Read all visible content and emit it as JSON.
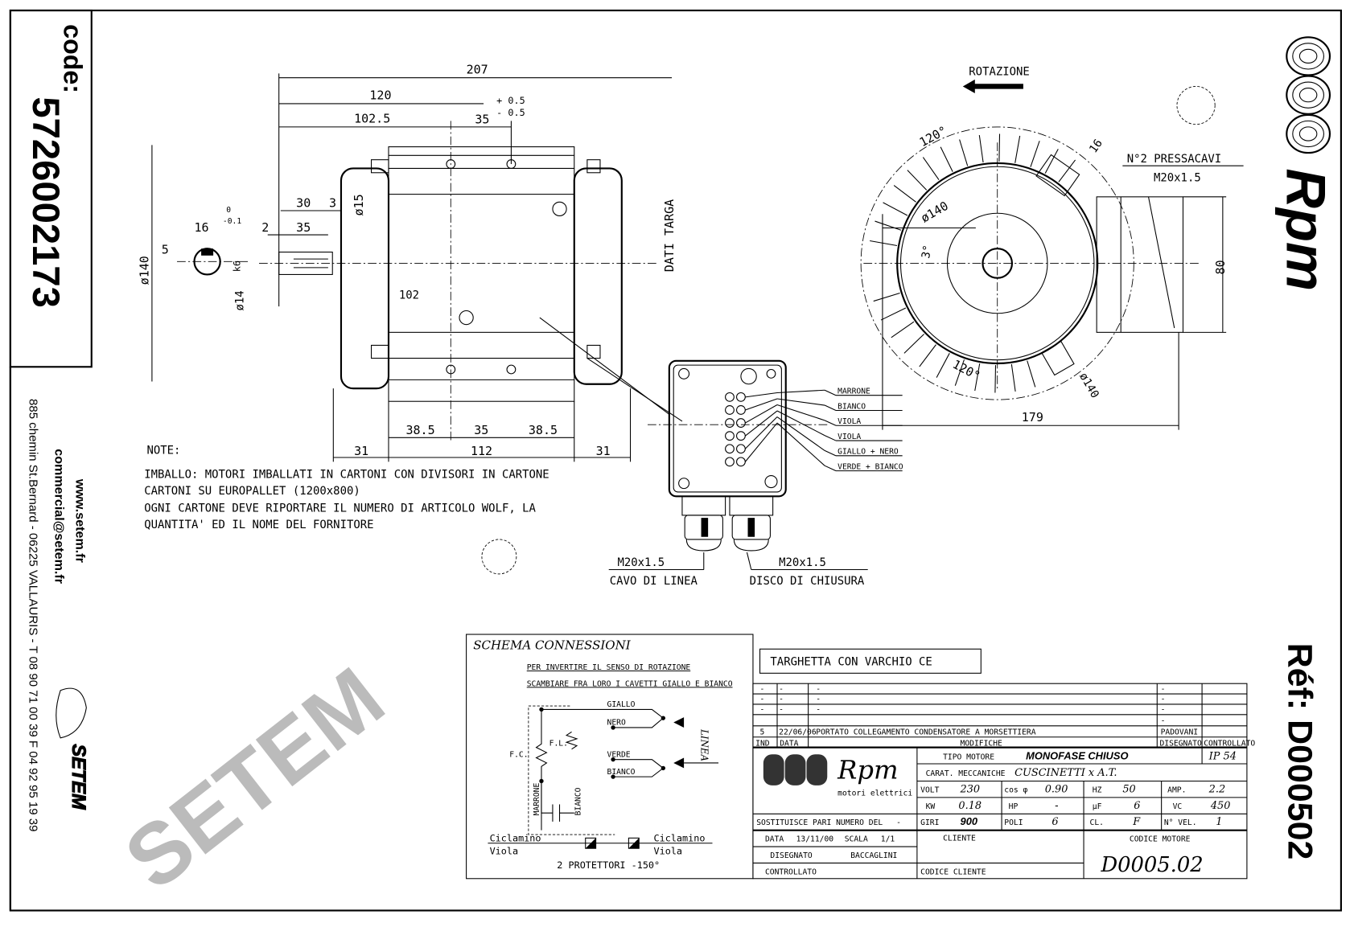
{
  "sidebar": {
    "code_label": "code:",
    "code": "5726002173",
    "website": "www.setem.fr",
    "email": "commercial@setem.fr",
    "address": "885 chemin St.Bernard - 06225 VALLAURIS - T 08 90 71 00 39  F 04 92 95 19 39",
    "brand": "SETEM"
  },
  "right_strip": {
    "logo_text": "Rpm",
    "ref": "Réf: D000502"
  },
  "watermark": "SETEM",
  "side_view": {
    "dims": {
      "d207": "207",
      "d120": "120",
      "d102_5": "102.5",
      "d35_top": "35",
      "tol_plus": "+ 0.5",
      "tol_minus": "- 0.5",
      "d30": "30",
      "d3": "3",
      "d2": "2",
      "d35": "35",
      "d15": "ø15",
      "d140": "ø140",
      "d16": "16",
      "d5": "5",
      "tol0": "0",
      "tol01": "-0.1",
      "k6": "k6",
      "d14": "ø14",
      "d102": "102",
      "d38_5a": "38.5",
      "d35b": "35",
      "d38_5b": "38.5",
      "d31a": "31",
      "d112": "112",
      "d31b": "31"
    },
    "dati_targa": "DATI TARGA"
  },
  "notes": {
    "title": "NOTE:",
    "lines": [
      "IMBALLO: MOTORI IMBALLATI IN CARTONI CON DIVISORI IN CARTONE",
      "CARTONI SU EUROPALLET (1200x800)",
      "OGNI CARTONE DEVE RIPORTARE IL NUMERO DI ARTICOLO WOLF, LA",
      "QUANTITA' ED IL NOME DEL FORNITORE"
    ]
  },
  "end_view": {
    "rotation": "ROTAZIONE",
    "pressacavi": "N°2 PRESSACAVI",
    "pressacavi_thread": "M20x1.5",
    "a120_top": "120°",
    "a120_bot": "120°",
    "a3": "3°",
    "d16": "16",
    "d140_top": "ø140",
    "d140_bot": "ø140",
    "d80": "80",
    "d179": "179"
  },
  "terminal_box": {
    "wires": [
      "MARRONE",
      "BIANCO",
      "VIOLA",
      "VIOLA",
      "GIALLO + NERO",
      "VERDE + BIANCO"
    ],
    "gland_left_thread": "M20x1.5",
    "gland_left_label": "CAVO DI LINEA",
    "gland_right_thread": "M20x1.5",
    "gland_right_label": "DISCO DI CHIUSURA"
  },
  "schema": {
    "title": "SCHEMA CONNESSIONI",
    "line1": "PER INVERTIRE IL SENSO DI ROTAZIONE",
    "line2": "SCAMBIARE FRA LORO I CAVETTI GIALLO E BIANCO",
    "giallo": "GIALLO",
    "nero": "NERO",
    "verde": "VERDE",
    "bianco": "BIANCO",
    "linea": "LINEA",
    "fc": "F.C.",
    "fl": "F.L.",
    "marrone_v": "MARRONE",
    "bianco_v": "BIANCO",
    "cicl_left_1": "Ciclamino",
    "cicl_left_2": "Viola",
    "cicl_right_1": "Ciclamino",
    "cicl_right_2": "Viola",
    "protettori": "2 PROTETTORI -150°"
  },
  "targhetta": "TARGHETTA CON VARCHIO CE",
  "title_block": {
    "revisions": [
      {
        "ind": "-",
        "data": "-",
        "mod": "-",
        "dis": "-"
      },
      {
        "ind": "-",
        "data": "-",
        "mod": "-",
        "dis": "-"
      },
      {
        "ind": "-",
        "data": "-",
        "mod": "-",
        "dis": "-"
      },
      {
        "ind": "",
        "data": "",
        "mod": "",
        "dis": "-"
      },
      {
        "ind": "5",
        "data": "22/06/06",
        "mod": "PORTATO COLLEGAMENTO CONDENSATORE A MORSETTIERA",
        "dis": "PADOVANI"
      }
    ],
    "hdr_ind": "IND",
    "hdr_data": "DATA",
    "hdr_mod": "MODIFICHE",
    "hdr_dis": "DISEGNATO",
    "hdr_ctrl": "CONTROLLATO",
    "logo": "Rpm",
    "logo_sub": "motori elettrici",
    "tipo_label": "TIPO MOTORE",
    "tipo": "MONOFASE CHIUSO",
    "ip": "IP 54",
    "carat_label": "CARAT. MECCANICHE",
    "carat": "CUSCINETTI x A.T.",
    "volt_l": "VOLT",
    "volt": "230",
    "cos_l": "cos φ",
    "cos": "0.90",
    "hz_l": "HZ",
    "hz": "50",
    "amp_l": "AMP.",
    "amp": "2.2",
    "kw_l": "KW",
    "kw": "0.18",
    "hp_l": "HP",
    "hp": "-",
    "mf_l": "μF",
    "mf": "6",
    "vc_l": "VC",
    "vc": "450",
    "giri_l": "GIRI",
    "giri": "900",
    "poli_l": "POLI",
    "poli": "6",
    "cl_l": "CL.",
    "cl": "F",
    "nvel_l": "N° VEL.",
    "nvel": "1",
    "sostituisce": "SOSTITUISCE PARI NUMERO DEL",
    "sostituisce_val": "-",
    "data_l": "DATA",
    "data": "13/11/00",
    "scala_l": "SCALA",
    "scala": "1/1",
    "disegnato_l": "DISEGNATO",
    "disegnato": "BACCAGLINI",
    "controllato_l": "CONTROLLATO",
    "cliente_l": "CLIENTE",
    "codice_cliente_l": "CODICE CLIENTE",
    "codice_motore_l": "CODICE MOTORE",
    "codice_motore": "D0005.02"
  }
}
